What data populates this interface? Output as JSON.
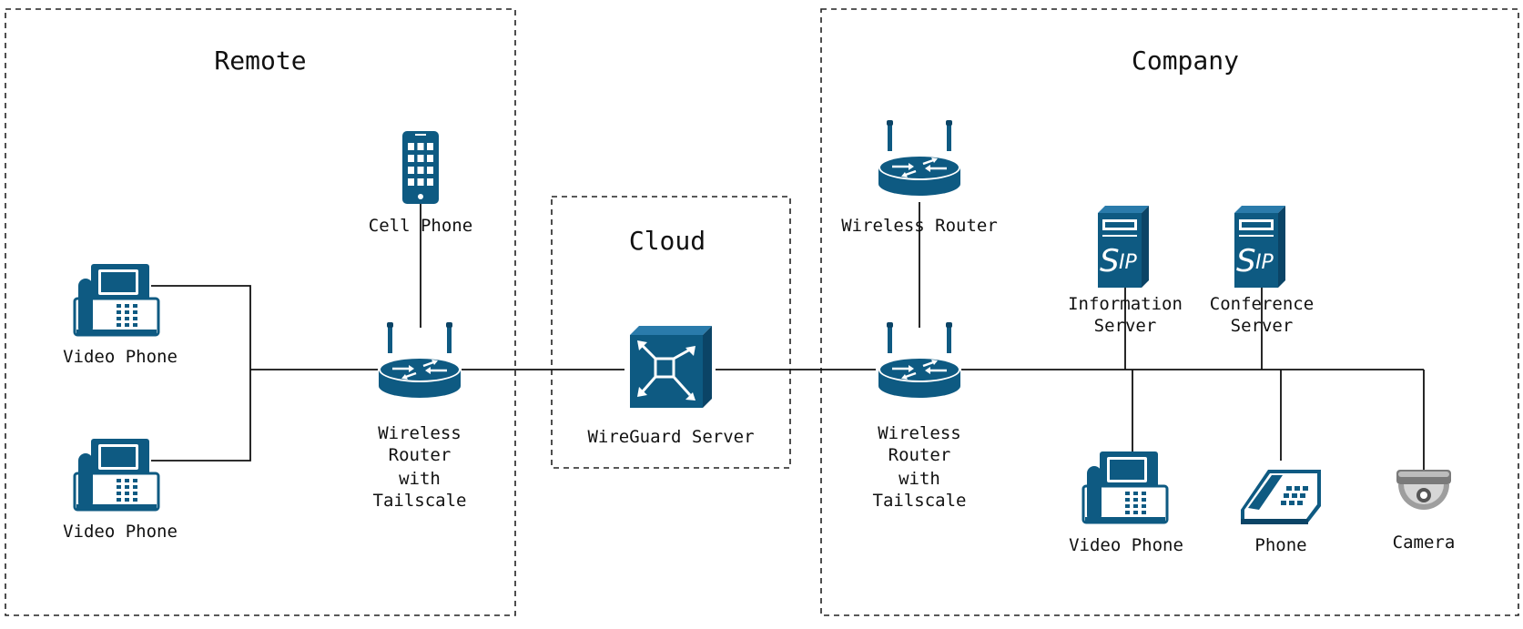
{
  "colors": {
    "icon_blue": "#0e5a82",
    "icon_dark": "#0b4466",
    "line": "#111111",
    "background": "#ffffff"
  },
  "zones": {
    "remote": {
      "title": "Remote"
    },
    "cloud": {
      "title": "Cloud"
    },
    "company": {
      "title": "Company"
    }
  },
  "nodes": {
    "remote_video_phone_1": {
      "label": [
        "Video Phone"
      ],
      "icon": "video-phone-icon"
    },
    "remote_video_phone_2": {
      "label": [
        "Video Phone"
      ],
      "icon": "video-phone-icon"
    },
    "cell_phone": {
      "label": [
        "Cell Phone"
      ],
      "icon": "cell-phone-icon"
    },
    "remote_router": {
      "label": [
        "Wireless",
        "Router",
        "with",
        "Tailscale"
      ],
      "icon": "wireless-router-icon"
    },
    "wireguard_server": {
      "label": [
        "WireGuard Server"
      ],
      "icon": "wireguard-server-icon"
    },
    "company_wireless_router": {
      "label": [
        "Wireless Router"
      ],
      "icon": "wireless-router-icon"
    },
    "company_router": {
      "label": [
        "Wireless",
        "Router",
        "with",
        "Tailscale"
      ],
      "icon": "wireless-router-icon"
    },
    "information_server": {
      "label": [
        "Information",
        "Server"
      ],
      "icon": "sip-server-icon"
    },
    "conference_server": {
      "label": [
        "Conference",
        "Server"
      ],
      "icon": "sip-server-icon"
    },
    "company_video_phone": {
      "label": [
        "Video Phone"
      ],
      "icon": "video-phone-icon"
    },
    "phone": {
      "label": [
        "Phone"
      ],
      "icon": "phone-icon"
    },
    "camera": {
      "label": [
        "Camera"
      ],
      "icon": "camera-icon"
    }
  }
}
